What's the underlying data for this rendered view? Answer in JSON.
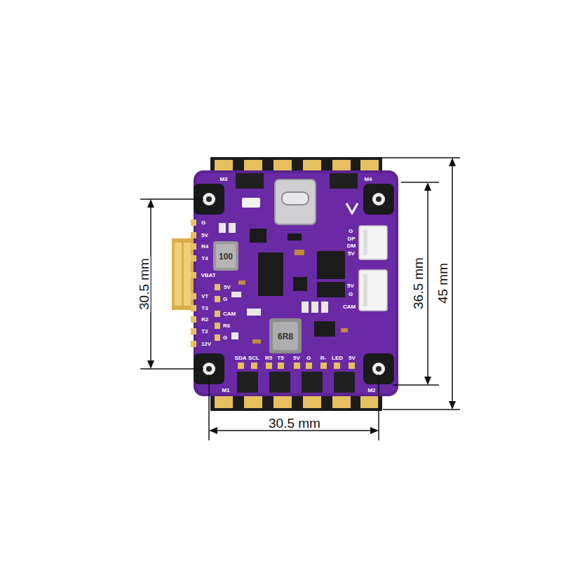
{
  "diagram": {
    "labels": [
      "30.5 mm",
      "36.5 mm",
      "45 mm",
      "30.5 mm",
      "M3",
      "M4",
      "M1",
      "M2",
      "G",
      "5V",
      "R4",
      "T4",
      "VBAT",
      "VT",
      "T3",
      "R2",
      "T2",
      "12V",
      "5V",
      "G",
      "CAM",
      "R6",
      "G",
      "SDA",
      "SCL",
      "R5",
      "T5",
      "5V",
      "G",
      "R-",
      "LED",
      "5V",
      "G",
      "DP",
      "DM",
      "5V",
      "5V",
      "G",
      "CAM",
      "100",
      "6R8"
    ]
  }
}
